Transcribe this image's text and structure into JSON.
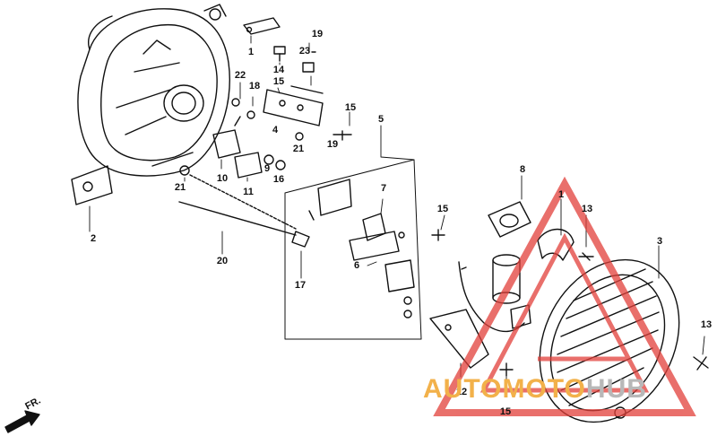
{
  "diagram": {
    "labels": [
      {
        "id": "l1a",
        "text": "1"
      },
      {
        "id": "l1b",
        "text": "1"
      },
      {
        "id": "l2",
        "text": "2"
      },
      {
        "id": "l3",
        "text": "3"
      },
      {
        "id": "l4",
        "text": "4"
      },
      {
        "id": "l5",
        "text": "5"
      },
      {
        "id": "l6",
        "text": "6"
      },
      {
        "id": "l7",
        "text": "7"
      },
      {
        "id": "l8",
        "text": "8"
      },
      {
        "id": "l9",
        "text": "9"
      },
      {
        "id": "l10",
        "text": "10"
      },
      {
        "id": "l11",
        "text": "11"
      },
      {
        "id": "l12",
        "text": "12"
      },
      {
        "id": "l13a",
        "text": "13"
      },
      {
        "id": "l13b",
        "text": "13"
      },
      {
        "id": "l14",
        "text": "14"
      },
      {
        "id": "l15a",
        "text": "15"
      },
      {
        "id": "l15b",
        "text": "15"
      },
      {
        "id": "l15c",
        "text": "15"
      },
      {
        "id": "l15d",
        "text": "15"
      },
      {
        "id": "l16",
        "text": "16"
      },
      {
        "id": "l17",
        "text": "17"
      },
      {
        "id": "l18",
        "text": "18"
      },
      {
        "id": "l19a",
        "text": "19"
      },
      {
        "id": "l19b",
        "text": "19"
      },
      {
        "id": "l20",
        "text": "20"
      },
      {
        "id": "l21a",
        "text": "21"
      },
      {
        "id": "l21b",
        "text": "21"
      },
      {
        "id": "l22",
        "text": "22"
      },
      {
        "id": "l23",
        "text": "23"
      }
    ],
    "direction_label": "FR."
  },
  "watermark": {
    "part1": "AUTOMOTO",
    "part2": "HUB",
    "color_primary": "#e2403a",
    "color_accent": "#f2b14a"
  }
}
